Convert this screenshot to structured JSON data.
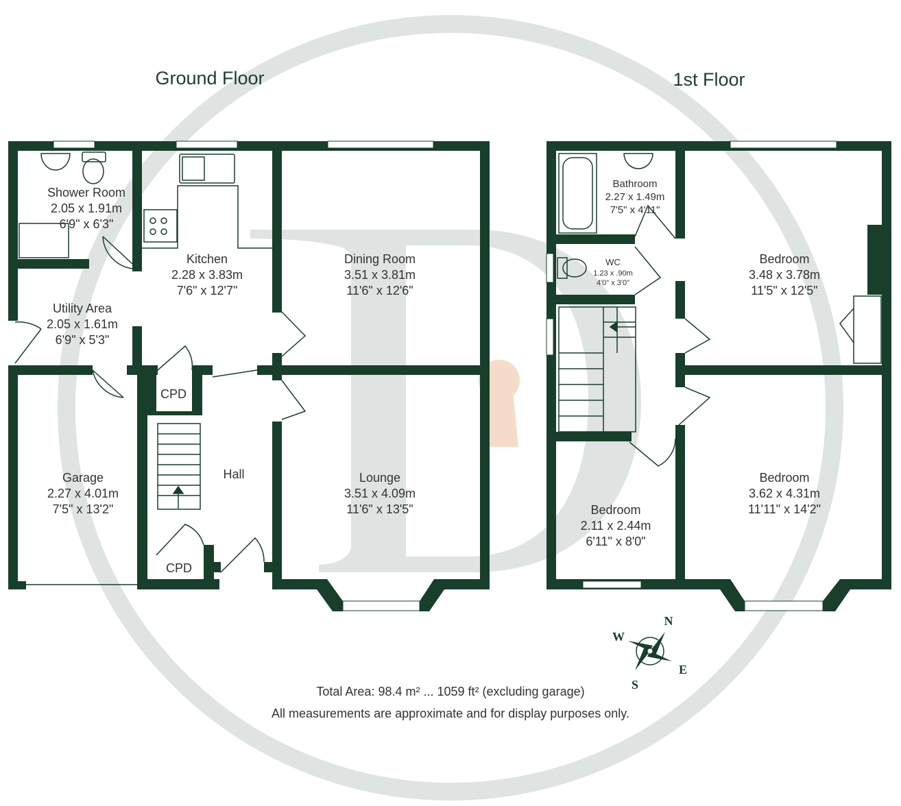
{
  "floors": [
    {
      "title": "Ground Floor",
      "rooms": [
        {
          "name": "Shower Room",
          "metric": "2.05 x 1.91m",
          "imperial": "6'9\" x 6'3\""
        },
        {
          "name": "Kitchen",
          "metric": "2.28 x 3.83m",
          "imperial": "7'6\" x 12'7\""
        },
        {
          "name": "Dining Room",
          "metric": "3.51 x 3.81m",
          "imperial": "11'6\" x 12'6\""
        },
        {
          "name": "Utility Area",
          "metric": "2.05 x 1.61m",
          "imperial": "6'9\" x 5'3\""
        },
        {
          "name": "Garage",
          "metric": "2.27 x 4.01m",
          "imperial": "7'5\" x 13'2\""
        },
        {
          "name": "Hall"
        },
        {
          "name": "Lounge",
          "metric": "3.51 x 4.09m",
          "imperial": "11'6\" x 13'5\""
        },
        {
          "name": "CPD"
        },
        {
          "name": "CPD"
        }
      ]
    },
    {
      "title": "1st Floor",
      "rooms": [
        {
          "name": "Bathroom",
          "metric": "2.27 x 1.49m",
          "imperial": "7'5\" x 4'11\""
        },
        {
          "name": "WC",
          "metric": "1.23 x .90m",
          "imperial": "4'0\" x 3'0\""
        },
        {
          "name": "Bedroom",
          "metric": "3.48 x 3.78m",
          "imperial": "11'5\" x 12'5\""
        },
        {
          "name": "Bedroom",
          "metric": "2.11 x 2.44m",
          "imperial": "6'11\" x 8'0\""
        },
        {
          "name": "Bedroom",
          "metric": "3.62 x 4.31m",
          "imperial": "11'11\" x 14'2\""
        }
      ]
    }
  ],
  "compass": {
    "n": "N",
    "e": "E",
    "s": "S",
    "w": "W"
  },
  "footer": {
    "total_area": "Total Area: 98.4 m² ... 1059 ft² (excluding garage)",
    "disclaimer": "All measurements are approximate and for display purposes only."
  },
  "watermark": {
    "letter": "D"
  },
  "colors": {
    "wall": "#173f2b",
    "watermark": "#dfe4e2",
    "keyhole": "#f6dcc8"
  }
}
